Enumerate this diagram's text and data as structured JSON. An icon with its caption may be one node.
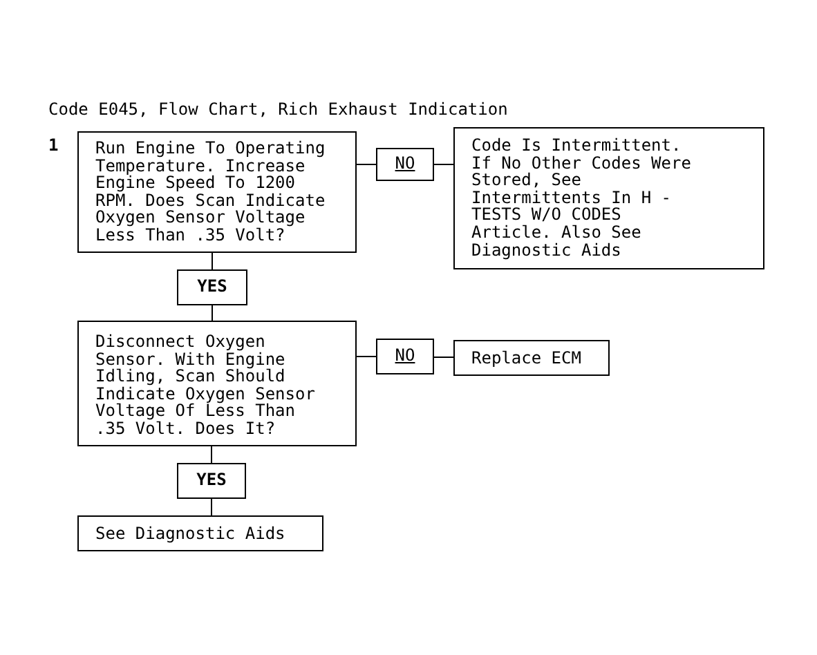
{
  "diagram": {
    "title": "Code E045, Flow Chart, Rich Exhaust Indication",
    "nodes": [
      {
        "text": [
          "Run Engine To Operating Temperature. Increase Engine Speed To 1200 RPM. Does Scan Indicate Oxygen Sensor Voltage Less Than .35 Volt?"
        ],
        "beside": [
          "1"
        ]
      },
      {
        "text": [
          "NO"
        ]
      },
      {
        "text": [
          "Code Is Intermittent. If No Other Codes Were Stored, See Intermittents In H - TESTS W/O CODES Article. Also See Diagnostic Aids"
        ]
      },
      {
        "text": [
          "YES"
        ]
      },
      {
        "text": [
          "Disconnect Oxygen Sensor. With Engine Idling, Scan Should Indicate Oxygen Sensor Voltage Of Less Than .35 Volt. Does It?"
        ]
      },
      {
        "text": [
          "NO"
        ]
      },
      {
        "text": [
          "Replace ECM"
        ]
      },
      {
        "text": [
          "YES"
        ]
      },
      {
        "text": [
          "See Diagnostic Aids"
        ]
      }
    ],
    "edges": [
      {
        "from": 0,
        "to": 1,
        "arrow": "none"
      },
      {
        "from": 1,
        "to": 2,
        "arrow": "none"
      },
      {
        "from": 0,
        "to": 3,
        "arrow": "none"
      },
      {
        "from": 3,
        "to": 4,
        "arrow": "none"
      },
      {
        "from": 4,
        "to": 5,
        "arrow": "none"
      },
      {
        "from": 5,
        "to": 6,
        "arrow": "none"
      },
      {
        "from": 4,
        "to": 7,
        "arrow": "none"
      },
      {
        "from": 7,
        "to": 8,
        "arrow": "none"
      }
    ]
  }
}
